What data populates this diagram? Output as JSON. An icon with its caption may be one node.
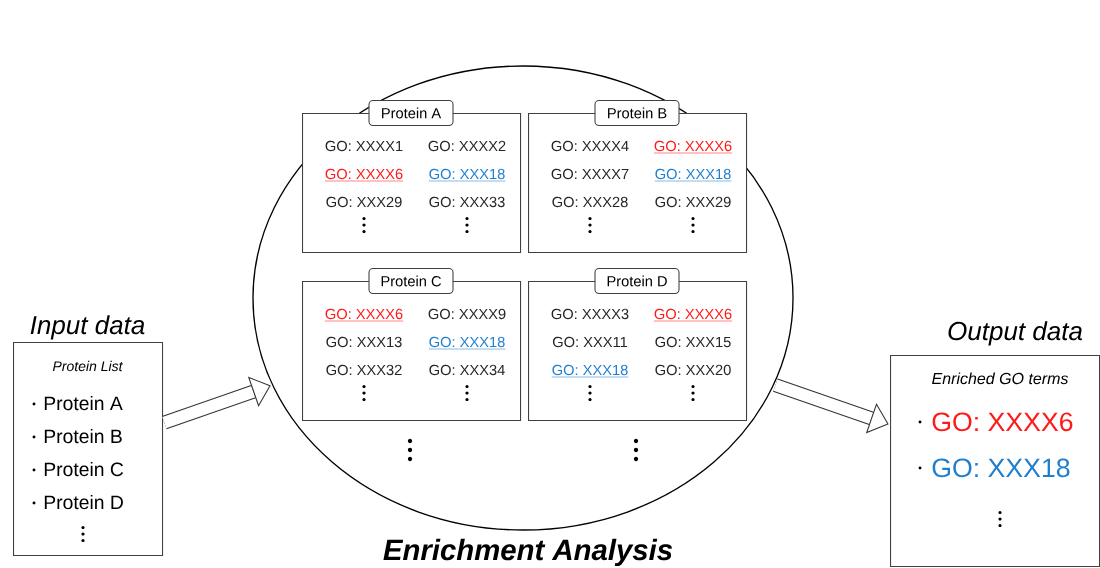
{
  "diagram": {
    "nodes": [
      {
        "text": [
          "Input data",
          "Protein List",
          "Protein A",
          "Protein B",
          "Protein C",
          "Protein D"
        ]
      },
      {
        "text": [
          "Enrichment Analysis"
        ]
      },
      {
        "text": [
          "Protein A",
          "GO: XXXX1",
          "GO: XXXX2",
          "GO: XXXX6",
          "GO: XXX18",
          "GO: XXX29",
          "GO: XXX33"
        ],
        "in": 1
      },
      {
        "text": [
          "Protein B",
          "GO: XXXX4",
          "GO: XXXX6",
          "GO: XXXX7",
          "GO: XXX18",
          "GO: XXX28",
          "GO: XXX29"
        ],
        "in": 1
      },
      {
        "text": [
          "Protein C",
          "GO: XXXX6",
          "GO: XXXX9",
          "GO: XXX13",
          "GO: XXX18",
          "GO: XXX32",
          "GO: XXX34"
        ],
        "in": 1
      },
      {
        "text": [
          "Protein D",
          "GO: XXXX3",
          "GO: XXXX6",
          "GO: XXX11",
          "GO: XXX15",
          "GO: XXX18",
          "GO: XXX20"
        ],
        "in": 1
      },
      {
        "text": [
          "Output data",
          "Enriched GO terms",
          "GO: XXXX6",
          "GO: XXX18"
        ]
      }
    ],
    "edges": [
      {
        "from": 0,
        "to": 1,
        "arrow": "to"
      },
      {
        "from": 1,
        "to": 6,
        "arrow": "to"
      }
    ]
  }
}
